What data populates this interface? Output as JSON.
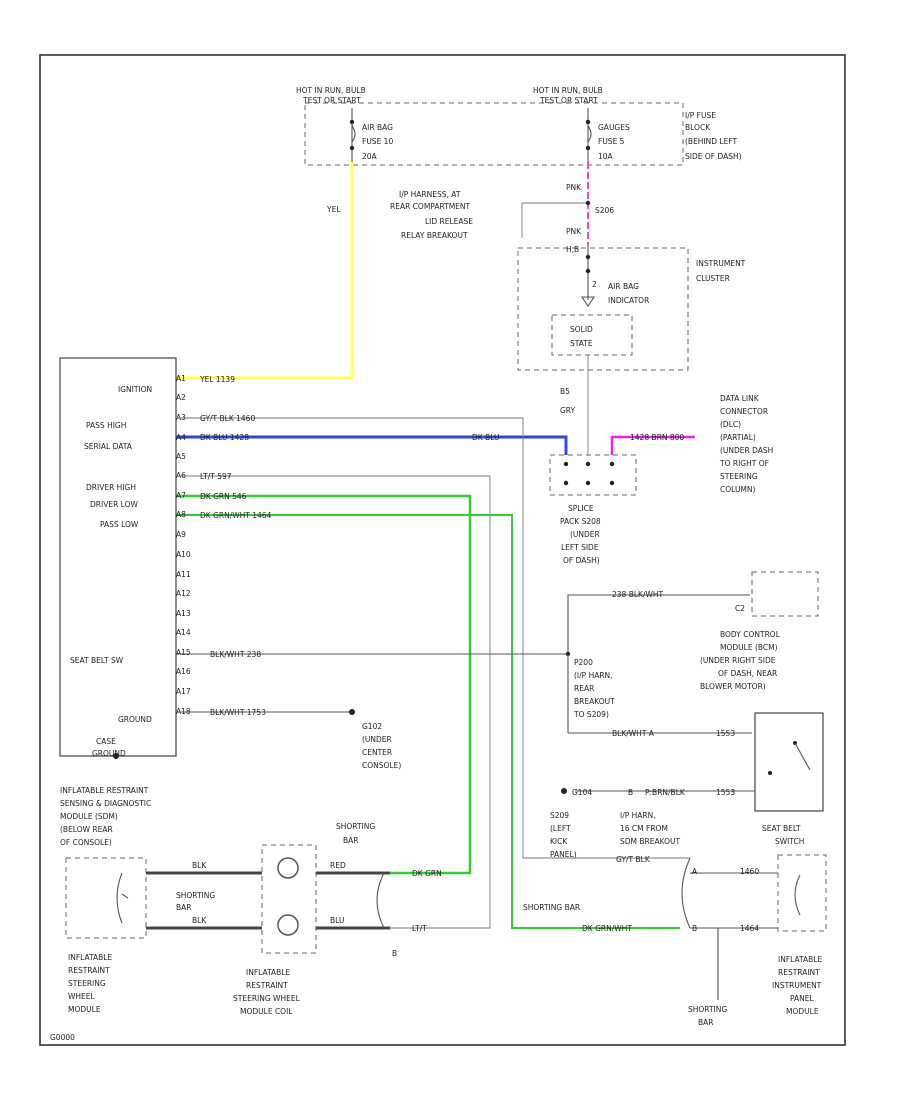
{
  "colors": {
    "yellow_wire": "#ffff55",
    "blue_wire": "#3344dd",
    "green_wire": "#33cc33",
    "pink_wire": "#ff44bb",
    "magenta_wire": "#ee22ee",
    "gray_wire": "#666666"
  },
  "fuse_block": {
    "hot_left": [
      "HOT IN RUN, BULB",
      "TEST OR START"
    ],
    "hot_right": [
      "HOT IN RUN, BULB",
      "TEST OR START"
    ],
    "fuse_left": [
      "AIR BAG",
      "FUSE 10",
      "20A"
    ],
    "fuse_right": [
      "GAUGES",
      "FUSE 5",
      "10A"
    ],
    "location": [
      "I/P FUSE",
      "BLOCK",
      "(BEHIND LEFT",
      "SIDE OF DASH)"
    ]
  },
  "yel_label": "YEL",
  "harness": {
    "label": [
      "I/P HARNESS, AT",
      "REAR COMPARTMENT",
      "LID RELEASE",
      "RELAY BREAKOUT"
    ],
    "pnk1": "PNK",
    "pnk2": "PNK",
    "s206": "S206",
    "pin_id": "H,B"
  },
  "cluster": {
    "label": [
      "INSTRUMENT",
      "CLUSTER"
    ],
    "indicator": [
      "AIR BAG",
      "INDICATOR"
    ],
    "solid_state": [
      "SOLID",
      "STATE"
    ],
    "pin": "2",
    "wire": [
      "B5",
      "GRY"
    ]
  },
  "sdm": {
    "labels": [
      "IGNITION",
      "PASS HIGH",
      "SERIAL DATA",
      "DRIVER HIGH",
      "DRIVER LOW",
      "PASS LOW",
      "SEAT BELT SW",
      "GROUND"
    ],
    "pins": [
      "A1",
      "A2",
      "A3",
      "A4",
      "A5",
      "A6",
      "A7",
      "A8",
      "A9",
      "A10",
      "A11",
      "A12",
      "A13",
      "A14",
      "A15",
      "A16",
      "A17",
      "A18"
    ],
    "wire_labels": [
      "YEL  1139",
      "GY/T BLK  1460",
      "DK BLU  1428",
      "LT/T  597",
      "DK GRN  546",
      "DK GRN/WHT  1464",
      "BLK/WHT  238",
      "BLK/WHT  1753"
    ],
    "ground_label": [
      "G102",
      "(UNDER",
      "CENTER",
      "CONSOLE)"
    ],
    "case": [
      "CASE",
      "GROUND"
    ],
    "title": [
      "INFLATABLE RESTRAINT",
      "SENSING & DIAGNOSTIC",
      "MODULE (SDM)",
      "(BELOW REAR",
      "OF CONSOLE)"
    ]
  },
  "dlc": {
    "wire": "1428  BRN  800",
    "label": [
      "DATA LINK",
      "CONNECTOR",
      "(DLC)",
      "(PARTIAL)",
      "(UNDER DASH",
      "TO RIGHT OF",
      "STEERING",
      "COLUMN)"
    ],
    "dk_blu": "DK BLU",
    "splice": [
      "SPLICE",
      "PACK S208",
      "(UNDER",
      "LEFT SIDE",
      "OF DASH)"
    ]
  },
  "bcm": {
    "wire": "238  BLK/WHT",
    "pin": "C2",
    "label": [
      "BODY CONTROL",
      "MODULE (BCM)",
      "(UNDER RIGHT SIDE",
      "OF DASH, NEAR",
      "BLOWER MOTOR)"
    ]
  },
  "p200": {
    "label": [
      "P200",
      "(I/P HARN,",
      "REAR",
      "BREAKOUT",
      "TO S209)"
    ],
    "wire": "BLK/WHT  A",
    "wire_code": "1553"
  },
  "seat_belt": {
    "label": [
      "SEAT BELT",
      "SWITCH"
    ],
    "g104": "G104",
    "pin": "B",
    "brown": "P:BRN/BLK",
    "code": "1553",
    "location": [
      "S209",
      "(LEFT",
      "KICK",
      "PANEL)"
    ],
    "harness": [
      "I/P HARN,",
      "16 CM FROM",
      "SDM BREAKOUT"
    ]
  },
  "steering": {
    "shorting_bar_top": [
      "SHORTING",
      "BAR"
    ],
    "shorting_bar_inner": [
      "SHORTING",
      "BAR"
    ],
    "module": [
      "INFLATABLE",
      "RESTRAINT",
      "STEERING",
      "WHEEL",
      "MODULE"
    ],
    "coil": [
      "INFLATABLE",
      "RESTRAINT",
      "STEERING WHEEL",
      "MODULE COIL"
    ],
    "wire_a": "BLK",
    "wire_b": "BLK",
    "coil_a": "RED",
    "coil_b": "BLU",
    "dk_grn": "DK GRN",
    "lt_t": "LT/T",
    "b_label": "B"
  },
  "ip_module": {
    "shorting_bar": "SHORTING BAR",
    "shorting_bar_lower": [
      "SHORTING",
      "BAR"
    ],
    "wire_top": "GY/T BLK",
    "wire_bottom": "DK GRN/WHT",
    "pin_a": "A",
    "pin_b": "B",
    "code_top": "1460",
    "code_bottom": "1464",
    "label": [
      "INFLATABLE",
      "RESTRAINT",
      "INSTRUMENT",
      "PANEL",
      "MODULE"
    ]
  },
  "figure_code": "G0000"
}
